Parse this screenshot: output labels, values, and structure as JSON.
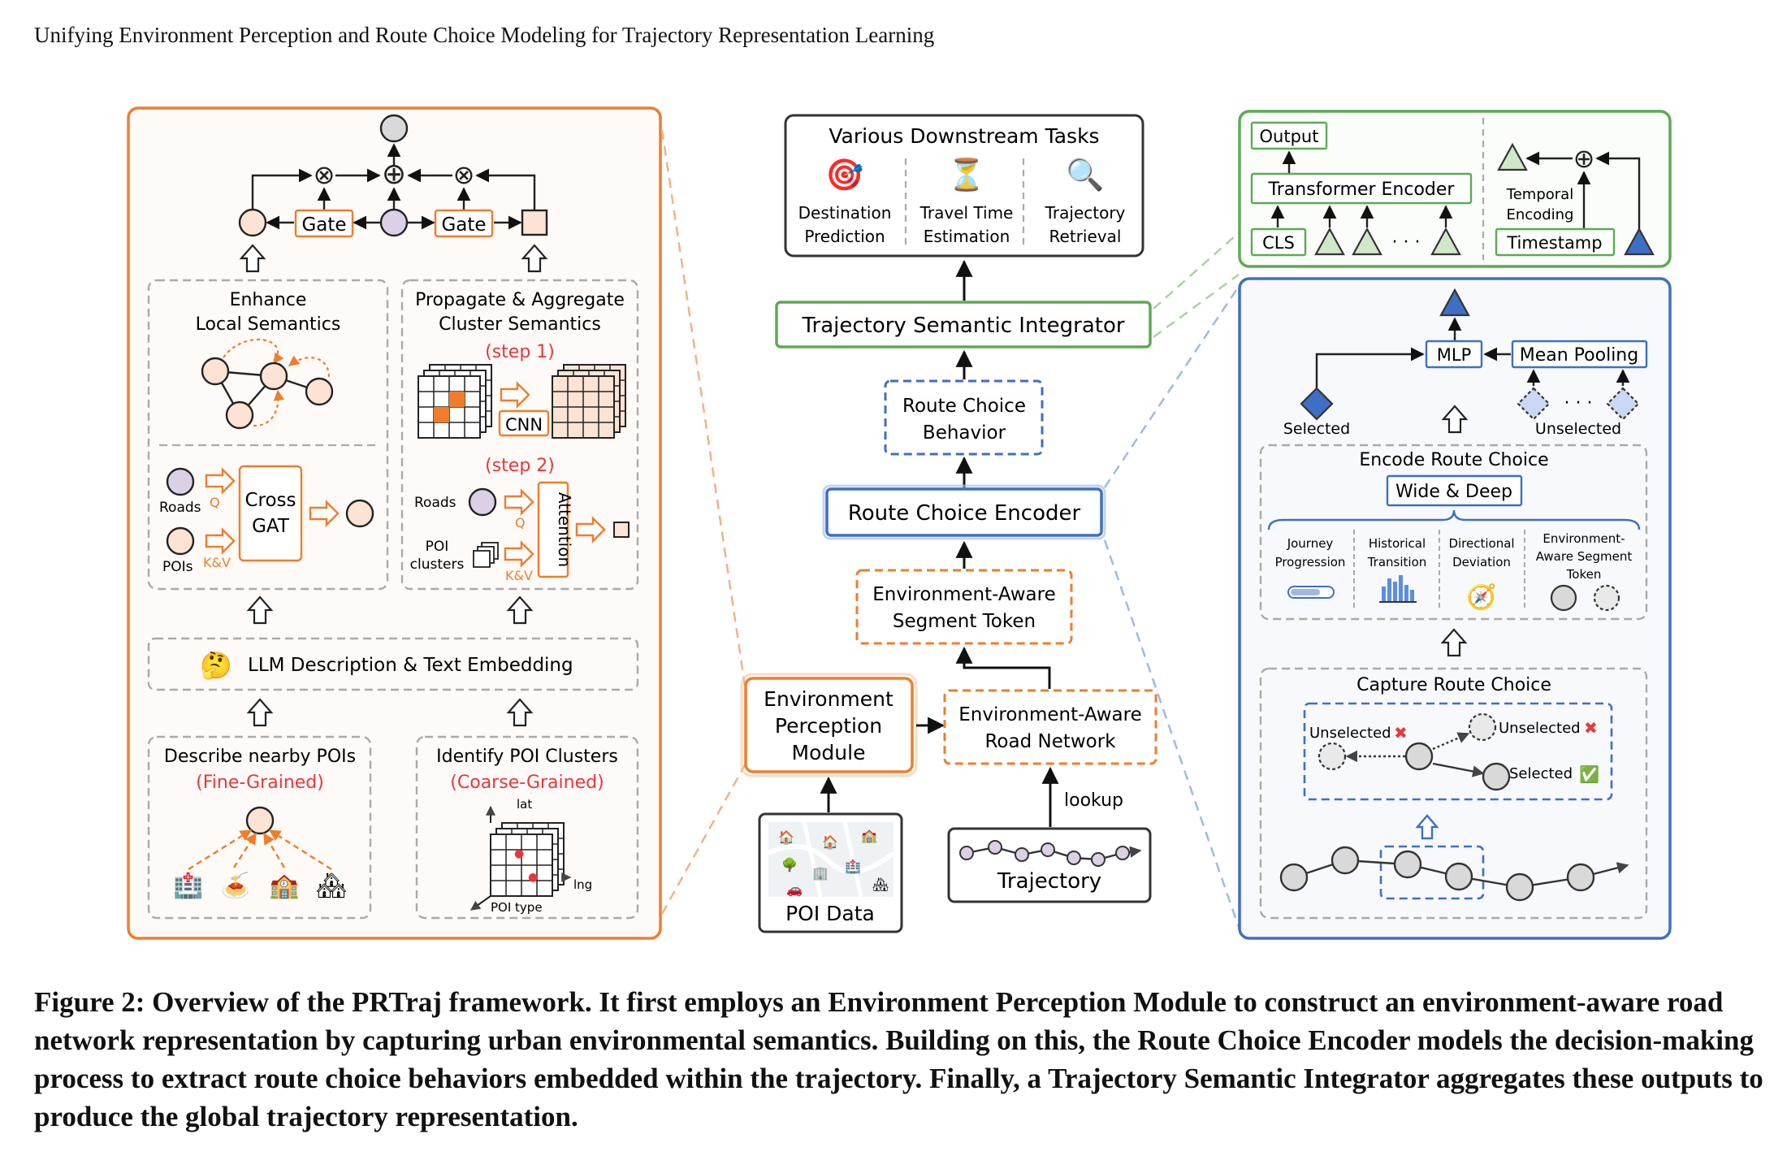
{
  "running_header": "Unifying Environment Perception and Route Choice Modeling for Trajectory Representation Learning",
  "caption": "Figure 2: Overview of the PRTraj framework. It first employs an Environment Perception Module to construct an environment-aware road network representation by capturing urban environmental semantics. Building on this, the Route Choice Encoder models the decision-making process to extract route choice behaviors embedded within the trajectory. Finally, a Trajectory Semantic Integrator aggregates these outputs to produce the global trajectory representation.",
  "colors": {
    "orange": "#ef7d2c",
    "green": "#5caa54",
    "blue": "#3e6fc4",
    "red": "#e8373a",
    "gray_dash": "#aaaaaa",
    "node_gray": "#d9d9d9",
    "node_peach": "#fde3d3",
    "node_purple": "#dcd0e6"
  },
  "left_panel": {
    "gate1": "Gate",
    "gate2": "Gate",
    "enhance_title_1": "Enhance",
    "enhance_title_2": "Local Semantics",
    "propagate_title_1": "Propagate & Aggregate",
    "propagate_title_2": "Cluster Semantics",
    "step1": "(step 1)",
    "cnn": "CNN",
    "step2": "(step 2)",
    "roads": "Roads",
    "pois": "POIs",
    "q": "Q",
    "kv": "K&V",
    "cross": "Cross",
    "gat": "GAT",
    "roads2": "Roads",
    "poi_clusters_1": "POI",
    "poi_clusters_2": "clusters",
    "q2": "Q",
    "kv2": "K&V",
    "attention": "Attention",
    "llm": "LLM Description & Text Embedding",
    "llm_icon": "thinking-face-emoji",
    "llm_emoji": "🤔",
    "describe_title": "Describe nearby POIs",
    "fine": "(Fine-Grained)",
    "identify_title": "Identify POI Clusters",
    "coarse": "(Coarse-Grained)",
    "lat": "lat",
    "lng": "lng",
    "poi_type": "POI type",
    "poi_emojis": [
      "🏥",
      "🍝",
      "🏫",
      "🏘"
    ]
  },
  "center": {
    "downstream_title": "Various Downstream Tasks",
    "task1_emoji": "🎯",
    "task1_l1": "Destination",
    "task1_l2": "Prediction",
    "task2_emoji": "⏳",
    "task2_l1": "Travel Time",
    "task2_l2": "Estimation",
    "task3_emoji": "🔍",
    "task3_l1": "Trajectory",
    "task3_l2": "Retrieval",
    "integrator": "Trajectory Semantic Integrator",
    "route_behavior_1": "Route Choice",
    "route_behavior_2": "Behavior",
    "route_encoder": "Route Choice Encoder",
    "env_token_1": "Environment-Aware",
    "env_token_2": "Segment Token",
    "epm_1": "Environment",
    "epm_2": "Perception",
    "epm_3": "Module",
    "env_road_1": "Environment-Aware",
    "env_road_2": "Road Network",
    "lookup": "lookup",
    "poi_data": "POI Data",
    "trajectory": "Trajectory"
  },
  "top_right": {
    "output": "Output",
    "transformer": "Transformer Encoder",
    "cls": "CLS",
    "dots": "· · ·",
    "temporal_1": "Temporal",
    "temporal_2": "Encoding",
    "timestamp": "Timestamp"
  },
  "right_panel": {
    "mlp": "MLP",
    "mean_pooling": "Mean Pooling",
    "selected": "Selected",
    "unselected": "Unselected",
    "dots": "· · ·",
    "encode_title": "Encode Route Choice",
    "wide_deep": "Wide & Deep",
    "feat1_1": "Journey",
    "feat1_2": "Progression",
    "feat2_1": "Historical",
    "feat2_2": "Transition",
    "feat3_1": "Directional",
    "feat3_2": "Deviation",
    "feat3_emoji": "🧭",
    "feat4_1": "Environment-",
    "feat4_2": "Aware Segment",
    "feat4_3": "Token",
    "capture_title": "Capture Route Choice",
    "unsel_a": "Unselected",
    "unsel_b": "Unselected",
    "sel": "Selected",
    "cross_mark": "✖",
    "check_mark": "✅"
  }
}
